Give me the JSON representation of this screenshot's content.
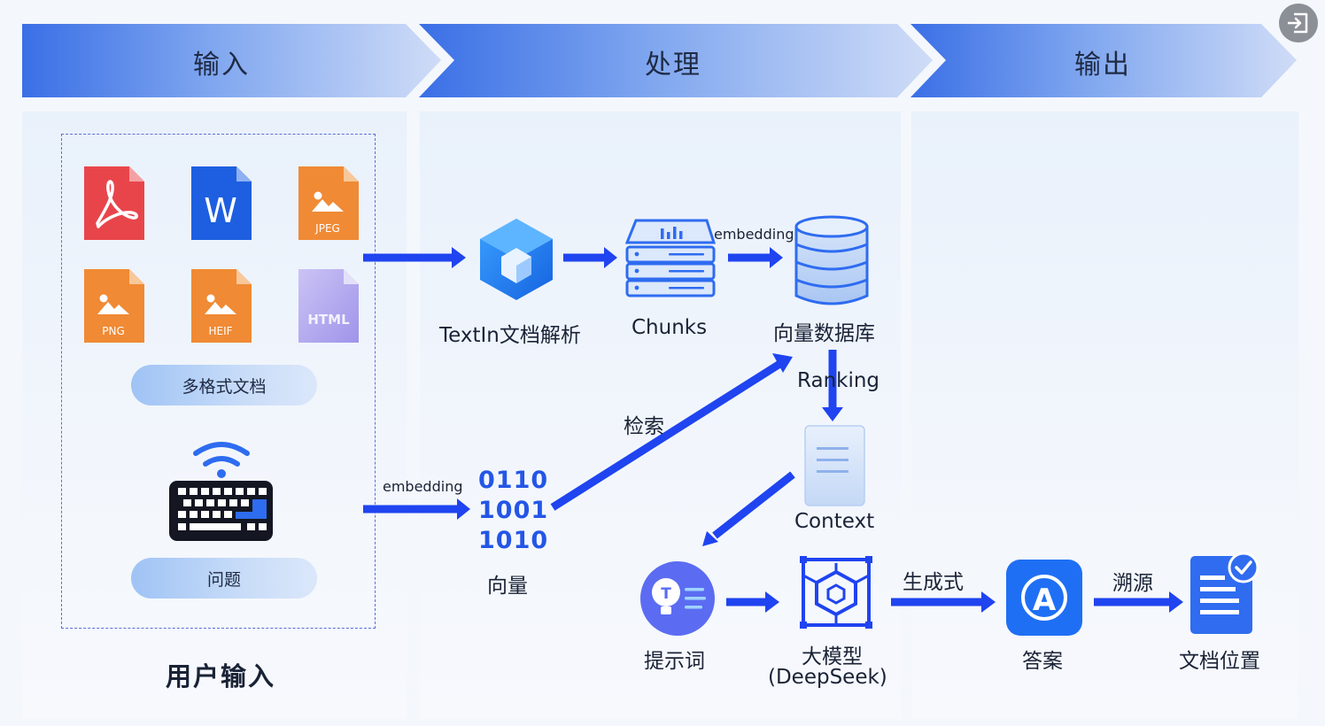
{
  "stages": {
    "input": "输入",
    "process": "处理",
    "output": "输出"
  },
  "input": {
    "formats": [
      "PDF",
      "W",
      "JPEG",
      "PNG",
      "HEIF",
      "HTML"
    ],
    "formats_pill": "多格式文档",
    "question_pill": "问题",
    "caption": "用户输入"
  },
  "process": {
    "parser": "TextIn文档解析",
    "chunks": "Chunks",
    "embedding_top": "embedding",
    "vector_db": "向量数据库",
    "ranking": "Ranking",
    "embedding_bottom": "embedding",
    "vector_bits": [
      "0110",
      "1001",
      "1010"
    ],
    "vector": "向量",
    "retrieve": "检索",
    "context": "Context",
    "prompt": "提示词",
    "llm": "大模型",
    "llm_name": "(DeepSeek)"
  },
  "output": {
    "generative": "生成式",
    "answer": "答案",
    "trace": "溯源",
    "doc_location": "文档位置"
  },
  "colors": {
    "header_blue": "#3d72e8",
    "arrow_blue": "#1f44f0",
    "accent": "#2456e6"
  },
  "icons": {
    "exit": "exit-icon"
  }
}
